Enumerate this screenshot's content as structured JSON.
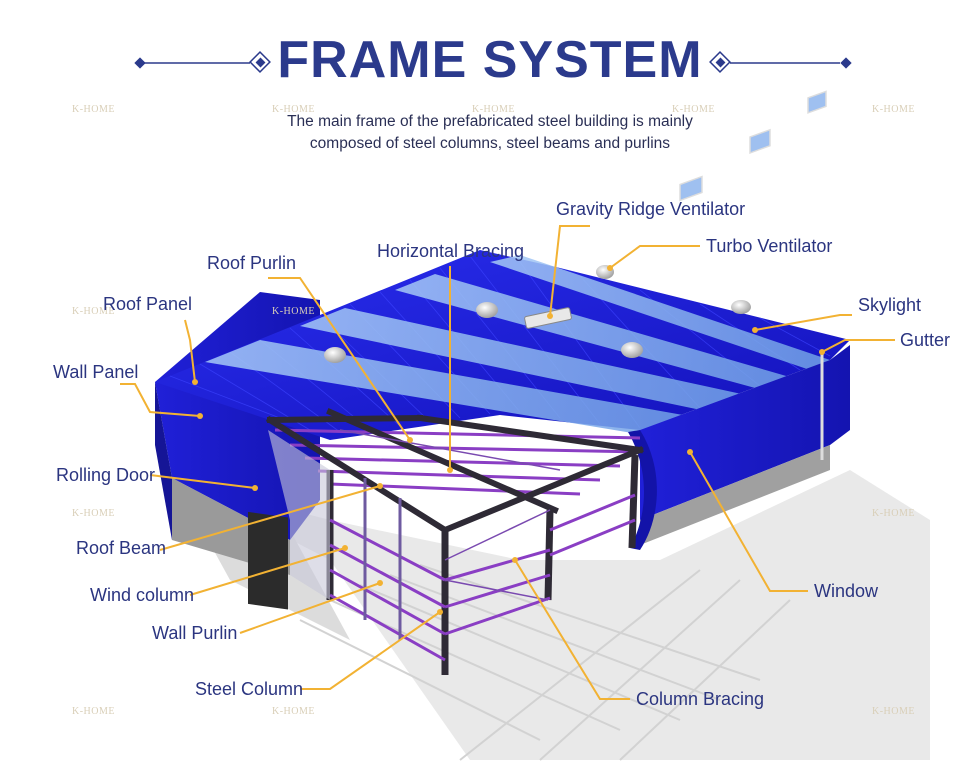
{
  "title": "FRAME SYSTEM",
  "subtitle": {
    "line1": "The main frame of the prefabricated steel building is mainly",
    "line2": "composed of steel columns, steel beams and purlins"
  },
  "watermark": "K-HOME",
  "colors": {
    "title": "#2b3a8c",
    "label": "#2b3580",
    "leader": "#f2b233",
    "roof_blue": "#1c1fd6",
    "skylight": "#8fb7f0",
    "frame": "#3a2f45",
    "purlin": "#8a3ec4"
  },
  "labels": {
    "gravity_ridge_ventilator": "Gravity Ridge Ventilator",
    "turbo_ventilator": "Turbo Ventilator",
    "horizontal_bracing": "Horizontal Bracing",
    "roof_purlin": "Roof Purlin",
    "roof_panel": "Roof Panel",
    "skylight": "Skylight",
    "gutter": "Gutter",
    "wall_panel": "Wall Panel",
    "rolling_door": "Rolling Door",
    "roof_beam": "Roof Beam",
    "wind_column": "Wind column",
    "wall_purlin": "Wall Purlin",
    "steel_column": "Steel Column",
    "column_bracing": "Column Bracing",
    "window": "Window"
  }
}
